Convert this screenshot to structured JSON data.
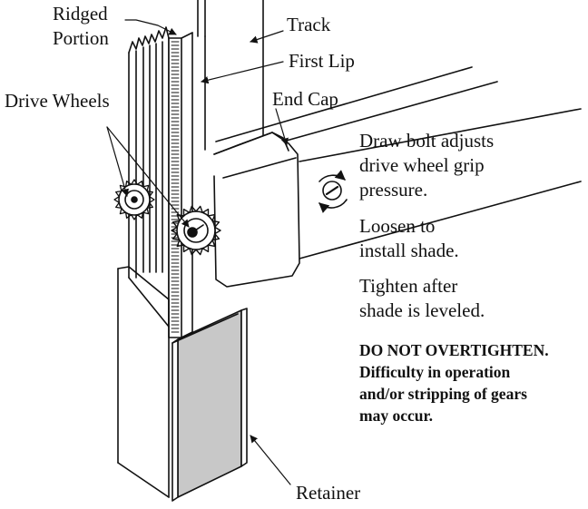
{
  "labels": {
    "ridged_portion": [
      "Ridged",
      "Portion"
    ],
    "track": "Track",
    "first_lip": "First Lip",
    "end_cap": "End Cap",
    "drive_wheels": "Drive Wheels",
    "draw_bolt": [
      "Draw bolt adjusts",
      "drive wheel grip",
      "pressure."
    ],
    "loosen": [
      "Loosen to",
      "install shade."
    ],
    "tighten": [
      "Tighten after",
      "shade is leveled."
    ],
    "retainer": "Retainer"
  },
  "warning": [
    "DO NOT OVERTIGHTEN.",
    "Difficulty in operation",
    "and/or stripping of gears",
    "may occur."
  ],
  "colors": {
    "ink": "#111111",
    "retainer_fill": "#c8c8c8",
    "paper": "#ffffff"
  }
}
